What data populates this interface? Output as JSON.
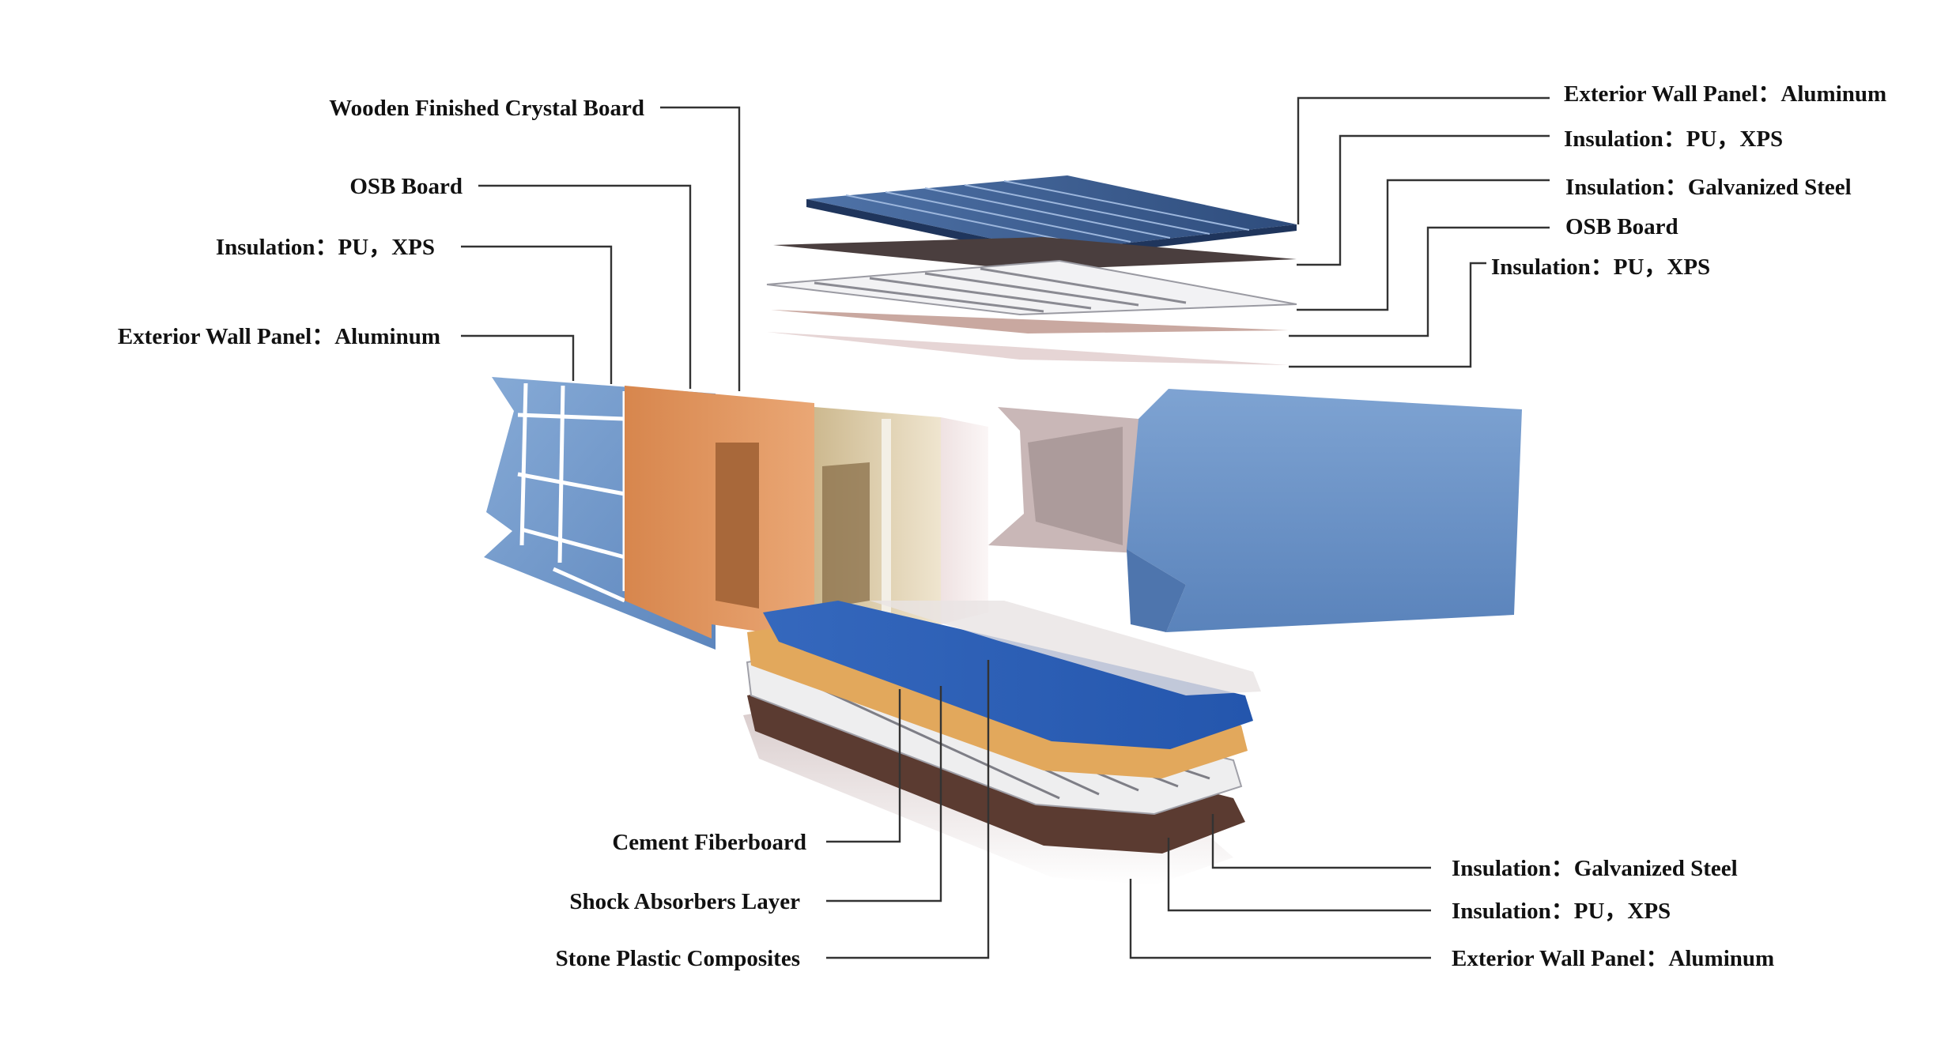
{
  "colors": {
    "aluminum_panel": "#6f97c9",
    "aluminum_dark": "#3d5f93",
    "osb_orange": "#e09a67",
    "osb_shadow": "#a9683a",
    "crystal_board": "#d9c9a3",
    "fiberboard_blue": "#2f63b8",
    "shock_orange": "#e2a85c",
    "stone_brown": "#5a3a30",
    "steel_frame": "#e8e8ea",
    "leader_line": "#333333"
  },
  "labels": {
    "left": [
      {
        "id": "wooden-finished-crystal-board",
        "text": "Wooden Finished Crystal Board"
      },
      {
        "id": "osb-board",
        "text": "OSB Board"
      },
      {
        "id": "insulation-pu-xps",
        "text": "Insulation：PU，XPS"
      },
      {
        "id": "exterior-wall-panel-aluminum",
        "text": "Exterior Wall Panel：Aluminum"
      }
    ],
    "roof": [
      {
        "id": "roof-exterior-wall-panel-aluminum",
        "text": "Exterior Wall Panel：Aluminum"
      },
      {
        "id": "roof-insulation-pu-xps",
        "text": "Insulation：PU，XPS"
      },
      {
        "id": "roof-insulation-galvanized-steel",
        "text": "Insulation：Galvanized Steel"
      },
      {
        "id": "roof-osb-board",
        "text": "OSB Board"
      },
      {
        "id": "roof-insulation-pu-xps-2",
        "text": "Insulation：PU，XPS"
      }
    ],
    "floor_left": [
      {
        "id": "cement-fiberboard",
        "text": "Cement Fiberboard"
      },
      {
        "id": "shock-absorbers-layer",
        "text": "Shock Absorbers Layer"
      },
      {
        "id": "stone-plastic-composites",
        "text": "Stone Plastic Composites"
      }
    ],
    "floor_right": [
      {
        "id": "floor-insulation-galvanized-steel",
        "text": "Insulation：Galvanized Steel"
      },
      {
        "id": "floor-insulation-pu-xps",
        "text": "Insulation：PU，XPS"
      },
      {
        "id": "floor-exterior-wall-panel-aluminum",
        "text": "Exterior Wall Panel：Aluminum"
      }
    ]
  }
}
